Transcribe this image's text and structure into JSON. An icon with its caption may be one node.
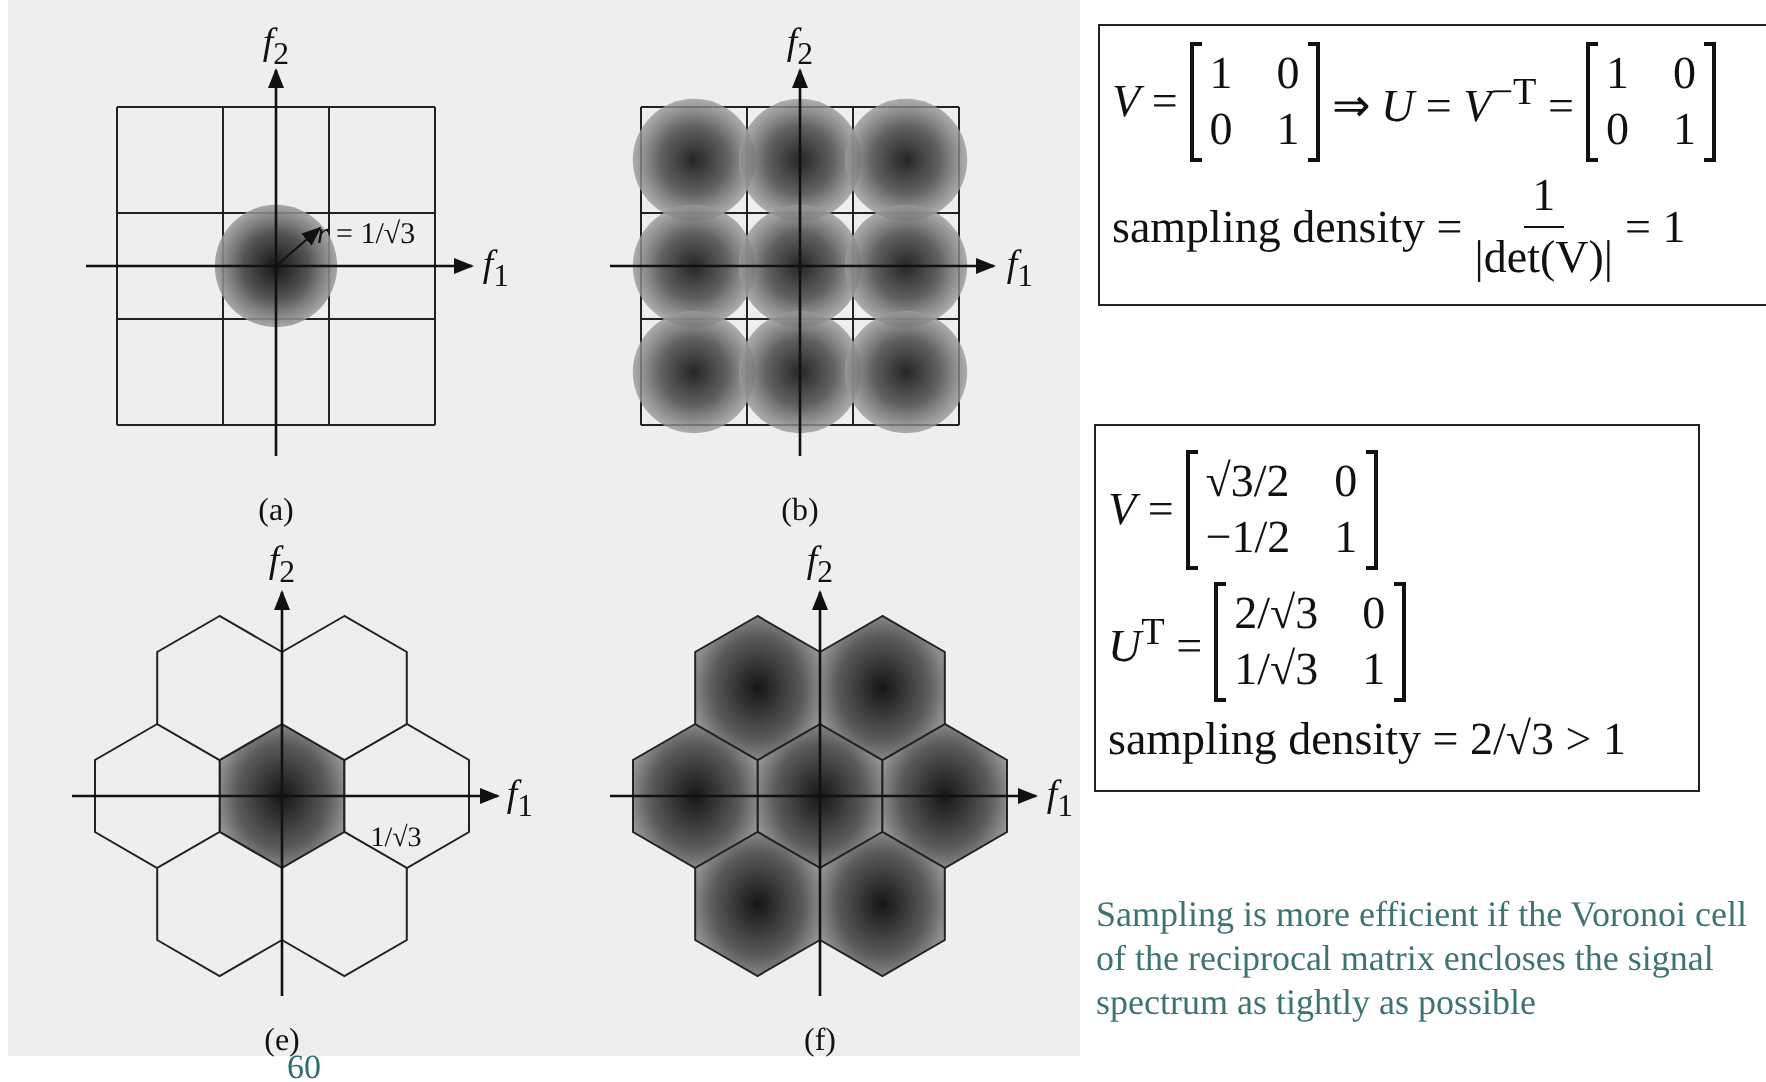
{
  "diagram": {
    "nodes": [
      {
        "text": [
          "*V* =",
          "1",
          "0",
          "0",
          "1",
          "⇒ *U* = *V*$^{−T}$ =",
          "1",
          "0",
          "0",
          "1",
          "sampling density =",
          "1",
          "|det(V)|",
          "= 1"
        ]
      },
      {
        "text": [
          "*V* =",
          "√3/2",
          "0",
          "−1/2",
          "1",
          "*U*$^{T}$ =",
          "2/√3",
          "0",
          "1/√3",
          "1",
          "sampling density = 2/√3 > 1"
        ]
      }
    ],
    "labels": [
      "*f*$_{2}$",
      "*f*$_{2}$",
      "*r* = 1/√3",
      "*f*$_{1}$",
      "*f*$_{1}$",
      "(a)",
      "(b)",
      "*f*$_{2}$",
      "*f*$_{2}$",
      "1/√3",
      "*f*$_{1}$",
      "*f*$_{1}$",
      "(e)",
      "(f)",
      "60",
      "Sampling is more efficient if the Voronoi cell of the reciprocal matrix encloses the signal spectrum as tightly as possible"
    ]
  }
}
